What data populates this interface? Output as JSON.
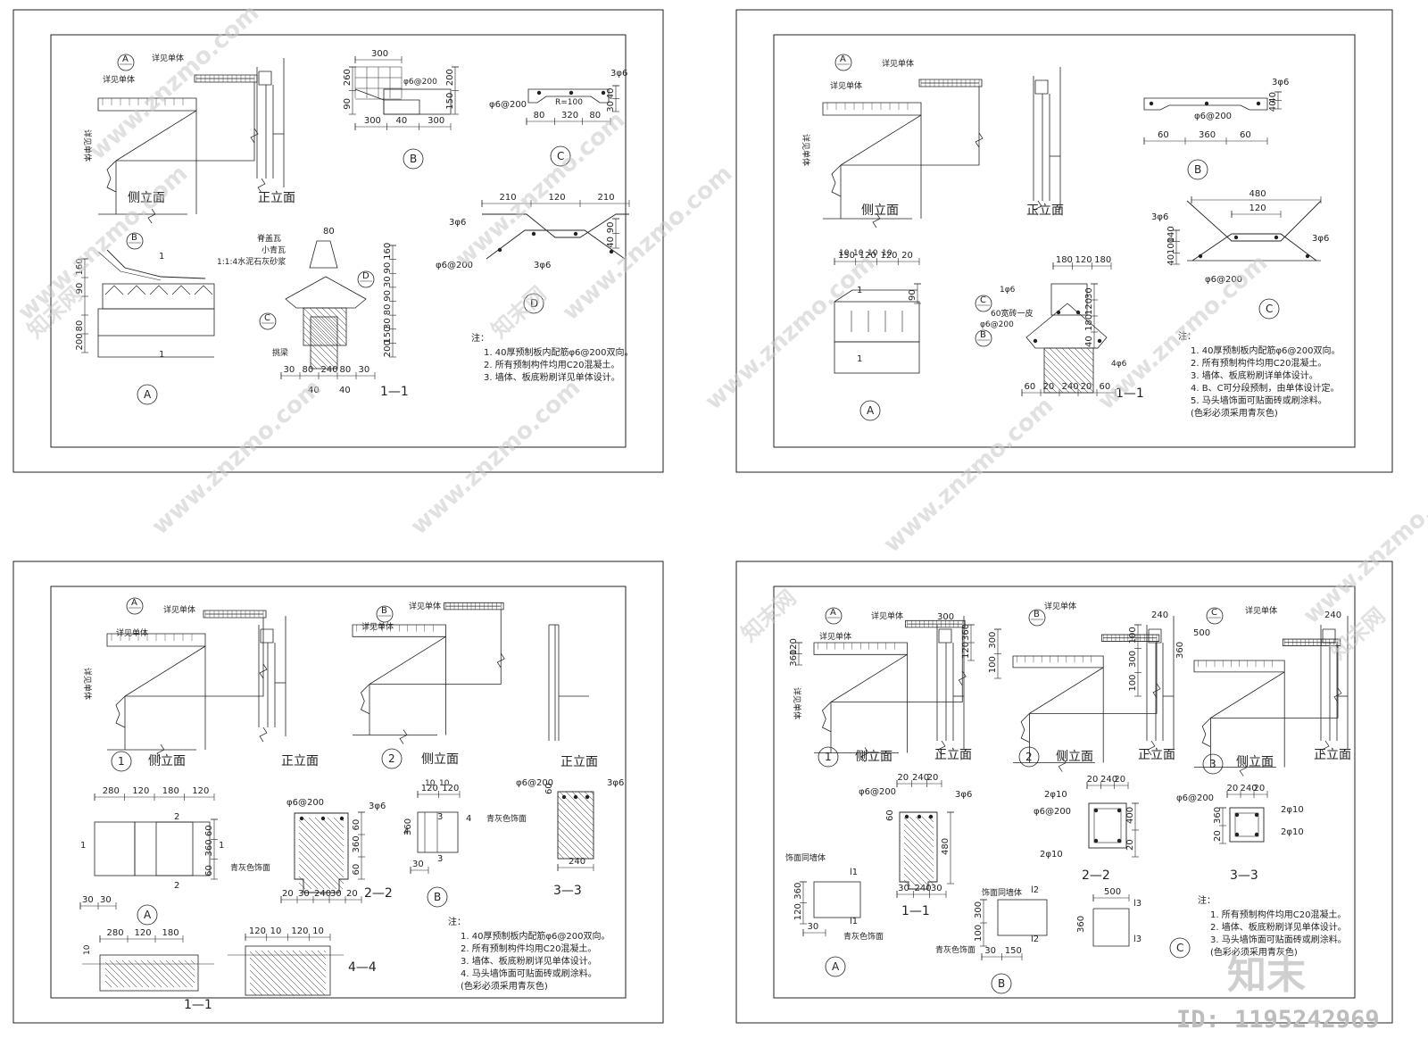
{
  "labels": {
    "side_elev": "侧立面",
    "front_elev": "正立面",
    "see_unit": "详见单体",
    "A": "A",
    "B": "B",
    "C": "C",
    "D": "D",
    "n1": "1",
    "n2": "2",
    "n3": "3",
    "s11": "1—1",
    "s22": "2—2",
    "s33": "3—3",
    "s44": "4—4",
    "ridge_tile": "脊盖瓦",
    "small_tile": "小青瓦",
    "mortar": "1:1:4水泥石灰砂浆",
    "beam": "挑梁",
    "blue_grey": "青灰色饰面",
    "wall_face": "饰面同墙体",
    "brick": "60宽砖一皮",
    "rebar_a": "3φ6",
    "rebar_b": "φ6@200",
    "rebar_c": "4φ6",
    "rebar_d": "1φ6",
    "rebar_e": "2φ10",
    "R": "R=100",
    "note": "注："
  },
  "notes": {
    "p1": [
      "1.  40厚预制板内配筋φ6@200双向。",
      "2.  所有预制构件均用C20混凝土。",
      "3.  墙体、板底粉刷详见单体设计。"
    ],
    "p2": [
      "1.  40厚预制板内配筋φ6@200双向。",
      "2.  所有预制构件均用C20混凝土。",
      "3.  墙体、板底粉刷详单体设计。",
      "4.  B、C可分段预制，由单体设计定。",
      "5.  马头墙饰面可贴面砖或刷涂料。",
      "(色彩必须采用青灰色)"
    ],
    "p3": [
      "1.  40厚预制板内配筋φ6@200双向。",
      "2.  所有预制构件均用C20混凝土。",
      "3.  墙体、板底粉刷详见单体设计。",
      "4.  马头墙饰面可贴面砖或刷涂料。",
      "(色彩必须采用青灰色)"
    ],
    "p4": [
      "1.  所有预制构件均用C20混凝土。",
      "2.  墙体、板底粉刷详见单体设计。",
      "3.  马头墙饰面可贴面砖或刷涂料。",
      "(色彩必须采用青灰色)"
    ]
  },
  "dims": {
    "d300": "300",
    "d260": "260",
    "d90": "90",
    "d200": "200",
    "d150": "150",
    "d320": "320",
    "d30": "30",
    "d80": "80",
    "d40": "40",
    "d210": "210",
    "d120": "120",
    "d160": "160",
    "d100": "100",
    "d240": "240",
    "d360": "360",
    "d60": "60",
    "d480": "480",
    "d180": "180",
    "d10": "10",
    "d20": "20",
    "d500": "500",
    "d400": "400",
    "d280": "280",
    "d140": "140",
    "d15": "15",
    "d50": "50"
  },
  "watermark": {
    "site": "www.znzmo.com",
    "brand": "知末网",
    "logo": "知末",
    "id": "ID: 1195242969"
  }
}
